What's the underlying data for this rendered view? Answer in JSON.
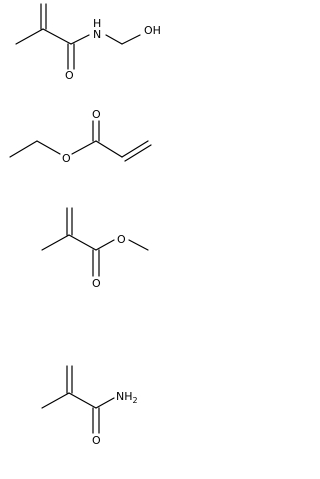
{
  "molecules": [
    {
      "labels": {
        "n": "N",
        "h": "H",
        "oh": "OH",
        "o": "O"
      }
    },
    {
      "labels": {
        "o_carbonyl": "O",
        "o_ester": "O"
      }
    },
    {
      "labels": {
        "o_carbonyl": "O",
        "o_ester": "O"
      }
    },
    {
      "labels": {
        "nh2": "NH",
        "sub2": "2",
        "o": "O"
      }
    }
  ]
}
